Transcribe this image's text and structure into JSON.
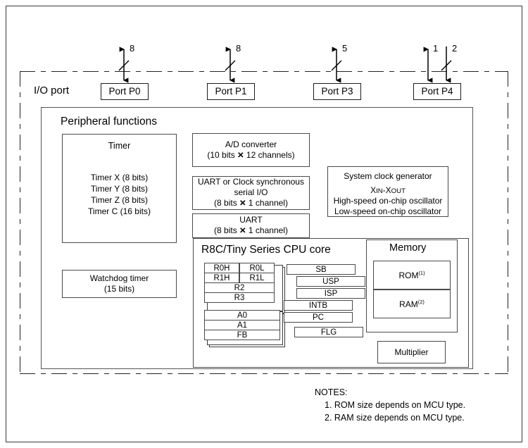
{
  "diagram": {
    "io_port_label": "I/O port",
    "peripheral_title": "Peripheral functions",
    "cpu_title": "R8C/Tiny Series CPU core",
    "memory_title": "Memory"
  },
  "ports": [
    {
      "label": "Port P0",
      "width_label": "8",
      "direction": "bidirectional",
      "slash": true
    },
    {
      "label": "Port P1",
      "width_label": "8",
      "direction": "bidirectional",
      "slash": true
    },
    {
      "label": "Port P3",
      "width_label": "5",
      "direction": "bidirectional",
      "slash": true
    },
    {
      "label": "Port P4",
      "width_label": "1",
      "direction": "bidirectional",
      "slash": false
    },
    {
      "label": "Port P4 input",
      "width_label": "2",
      "direction": "input",
      "slash": true
    }
  ],
  "timer": {
    "title": "Timer",
    "entries": [
      "Timer X (8 bits)",
      "Timer Y (8 bits)",
      "Timer Z (8 bits)",
      "Timer C (16 bits)"
    ]
  },
  "watchdog": {
    "line1": "Watchdog timer",
    "line2": "(15 bits)"
  },
  "adc": {
    "line1": "A/D converter",
    "line2_pre": "(10 bits ",
    "line2_post": " 12 channels)"
  },
  "uart_sync": {
    "line1": "UART or Clock synchronous",
    "line2": "serial I/O",
    "line3_pre": "(8 bits ",
    "line3_post": " 1 channel)"
  },
  "uart": {
    "line1": "UART",
    "line2_pre": "(8 bits ",
    "line2_post": " 1 channel)"
  },
  "clock_generator": {
    "title": "System clock generator",
    "xin": "X",
    "xin_sub": "IN",
    "dash": "-X",
    "xout_sub": "OUT",
    "line2": "High-speed on-chip oscillator",
    "line3": "Low-speed on-chip oscillator"
  },
  "registers": {
    "bank_top": [
      {
        "left": "R0H",
        "right": "R0L"
      },
      {
        "left": "R1H",
        "right": "R1L"
      }
    ],
    "bank_top_full": [
      "R2",
      "R3"
    ],
    "bank_bottom": [
      "A0",
      "A1",
      "FB"
    ],
    "right_column": [
      "SB",
      "USP",
      "ISP",
      "INTB",
      "PC",
      "FLG"
    ]
  },
  "memory": {
    "rom": "ROM",
    "rom_note": "(1)",
    "ram": "RAM",
    "ram_note": "(2)"
  },
  "multiplier": {
    "label": "Multiplier"
  },
  "notes": {
    "heading": "NOTES:",
    "items": [
      "1. ROM size depends on MCU type.",
      "2. RAM size depends on MCU type."
    ]
  },
  "symbols": {
    "times": "✕"
  }
}
